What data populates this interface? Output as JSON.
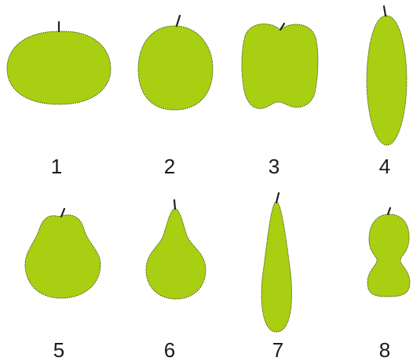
{
  "labels": [
    "1",
    "2",
    "3",
    "4",
    "5",
    "6",
    "7",
    "8"
  ],
  "fruit_color": "#a8cf12",
  "outline_color": "#3f4a12",
  "stem_color": "#222222",
  "text_color": "#1a1a1a"
}
